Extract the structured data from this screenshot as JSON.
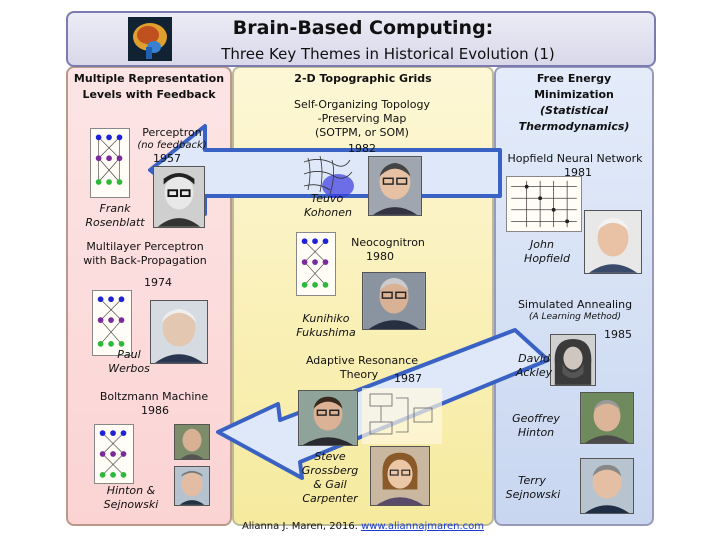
{
  "header": {
    "title": "Brain-Based Computing:",
    "subtitle": "Three Key Themes in Historical Evolution (1)"
  },
  "left": {
    "heading_line1": "Multiple Representation",
    "heading_line2": "Levels with Feedback",
    "perceptron": {
      "name": "Perceptron",
      "note": "(no feedback)",
      "year": "1957"
    },
    "rosenblatt_line1": "Frank",
    "rosenblatt_line2": "Rosenblatt",
    "mlp_line1": "Multilayer Perceptron",
    "mlp_line2": "with Back-Propagation",
    "mlp_year": "1974",
    "werbos_line1": "Paul",
    "werbos_line2": "Werbos",
    "boltzmann_line1": "Boltzmann Machine",
    "boltzmann_line2": "1986",
    "hinton_line1": "Hinton &",
    "hinton_line2": "Sejnowski"
  },
  "middle": {
    "heading": "2-D Topographic Grids",
    "som_line1": "Self-Organizing Topology",
    "som_line2": "-Preserving Map",
    "som_line3": "(SOTPM, or SOM)",
    "som_year": "1982",
    "kohonen_line1": "Teuvo",
    "kohonen_line2": "Kohonen",
    "neo_line1": "Neocognitron",
    "neo_year": "1980",
    "fukushima_line1": "Kunihiko",
    "fukushima_line2": "Fukushima",
    "art_line1": "Adaptive Resonance",
    "art_line2": "Theory",
    "art_year": "1987",
    "grossberg_line1": "Steve",
    "grossberg_line2": "Grossberg",
    "grossberg_line3": "& Gail",
    "grossberg_line4": "Carpenter"
  },
  "right": {
    "heading_line1": "Free Energy",
    "heading_line2": "Minimization",
    "heading_line3": "(Statistical",
    "heading_line4": "Thermodynamics)",
    "hopfield_net": "Hopfield Neural Network",
    "hopfield_year": "1981",
    "hopfield_line1": "John",
    "hopfield_line2": "Hopfield",
    "annealing": "Simulated Annealing",
    "annealing_note": "(A Learning Method)",
    "annealing_year": "1985",
    "ackley_line1": "David",
    "ackley_line2": "Ackley",
    "hinton_line1": "Geoffrey",
    "hinton_line2": "Hinton",
    "sejnowski_line1": "Terry",
    "sejnowski_line2": "Sejnowski"
  },
  "footer": {
    "credit": "Alianna J. Maren, 2016.",
    "link": "www.aliannajmaren.com"
  },
  "colors": {
    "arrow_fill": "#dfe8f8",
    "arrow_stroke": "#3a62c4",
    "node_blue": "#1e22d6",
    "node_purple": "#7a2a9a",
    "node_green": "#2cb83a"
  }
}
